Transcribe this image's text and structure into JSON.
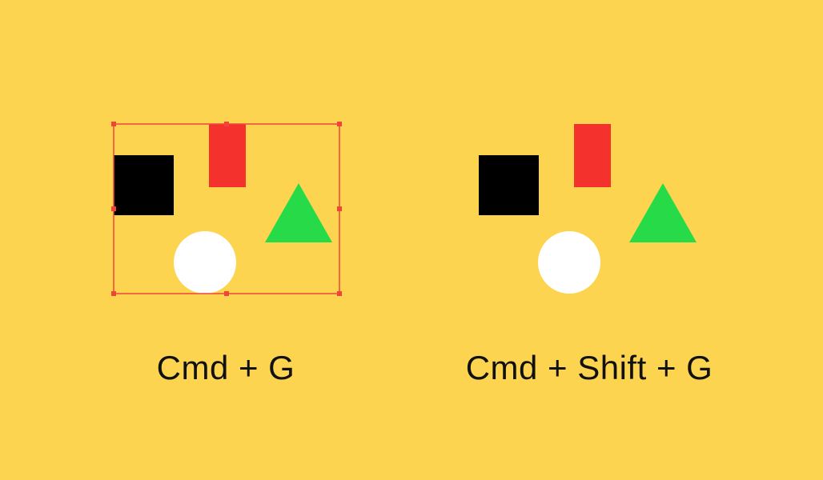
{
  "colors": {
    "background": "#FDD44F",
    "square": "#000000",
    "rect": "#F4312C",
    "triangle": "#27DB48",
    "circle": "#FFFFFF",
    "selection": "#F0443A"
  },
  "examples": [
    {
      "caption": "Cmd + G",
      "grouped": true,
      "shapes": [
        "black-square",
        "red-rectangle",
        "green-triangle",
        "white-circle"
      ]
    },
    {
      "caption": "Cmd + Shift + G",
      "grouped": false,
      "shapes": [
        "black-square",
        "red-rectangle",
        "green-triangle",
        "white-circle"
      ]
    }
  ]
}
